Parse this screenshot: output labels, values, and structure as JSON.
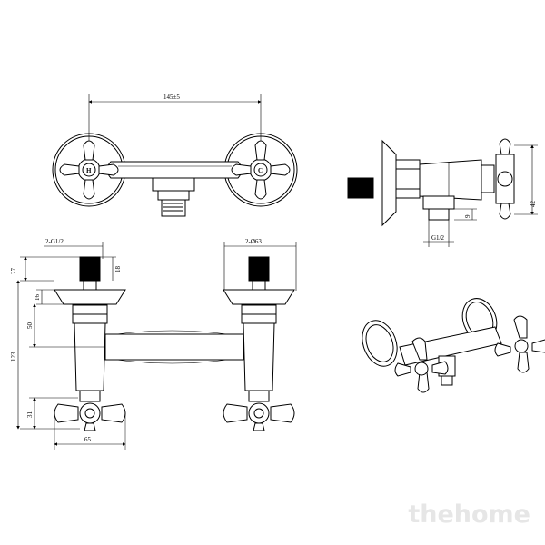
{
  "drawing": {
    "top_view": {
      "width_dim": "145±5",
      "hot_mark": "H",
      "cold_mark": "C"
    },
    "side_view": {
      "dim_42": "42",
      "dim_9": "9",
      "thread": "G1/2"
    },
    "front_view": {
      "thread_left": "2-G1/2",
      "flange_right": "2-Ø63",
      "dim_27": "27",
      "dim_18": "18",
      "dim_16": "16",
      "dim_50": "50",
      "dim_123": "123",
      "dim_31": "31",
      "dim_65": "65"
    }
  },
  "watermark": "thehome",
  "colors": {
    "line": "#000000",
    "watermark": "#e6e6e6",
    "background": "#ffffff"
  }
}
